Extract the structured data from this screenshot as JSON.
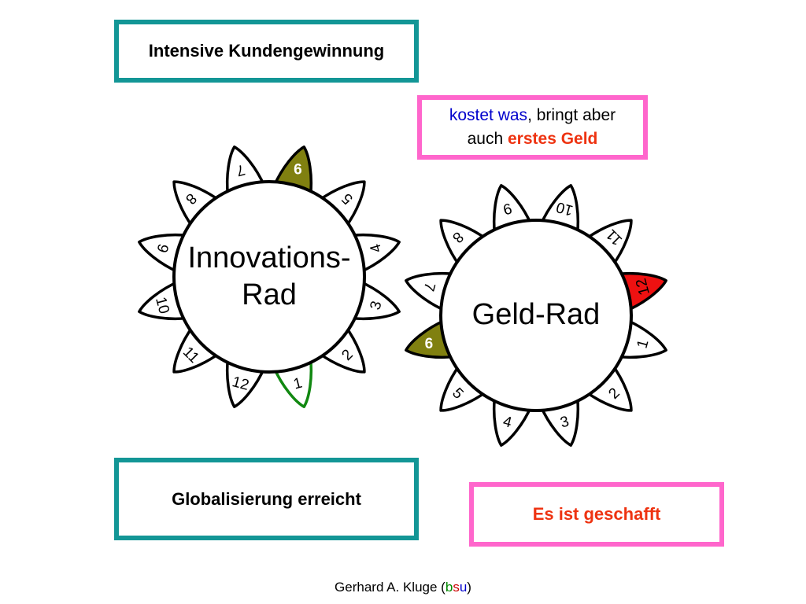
{
  "top_box": {
    "text": "Intensive Kundengewinnung"
  },
  "cost_box": {
    "line1_a": "kostet was",
    "line1_b": ", bringt aber",
    "line2_a": "auch ",
    "line2_b": "erstes Geld"
  },
  "bottom_left_box": {
    "text": "Globalisierung erreicht"
  },
  "bottom_right_box": {
    "text": "Es ist geschafft"
  },
  "innovation_wheel": {
    "label_line1": "Innovations-",
    "label_line2": "Rad",
    "petals": [
      "1",
      "2",
      "3",
      "4",
      "5",
      "6",
      "7",
      "8",
      "9",
      "10",
      "11",
      "12"
    ],
    "highlight": {
      "6": "olive",
      "1": "green-outline"
    }
  },
  "money_wheel": {
    "label": "Geld-Rad",
    "petals": [
      "1",
      "2",
      "3",
      "4",
      "5",
      "6",
      "7",
      "8",
      "9",
      "10",
      "11",
      "12"
    ],
    "highlight": {
      "6": "olive",
      "12": "red"
    }
  },
  "colors": {
    "teal": "#139696",
    "pink": "#ff66cc",
    "olive": "#808010",
    "green": "#118811",
    "red": "#ee1111",
    "blue": "#0000cc",
    "orange_red": "#ee3311"
  },
  "credit": {
    "prefix": "Gerhard A. Kluge (",
    "b": "b",
    "s": "s",
    "u": "u",
    "suffix": ")"
  }
}
